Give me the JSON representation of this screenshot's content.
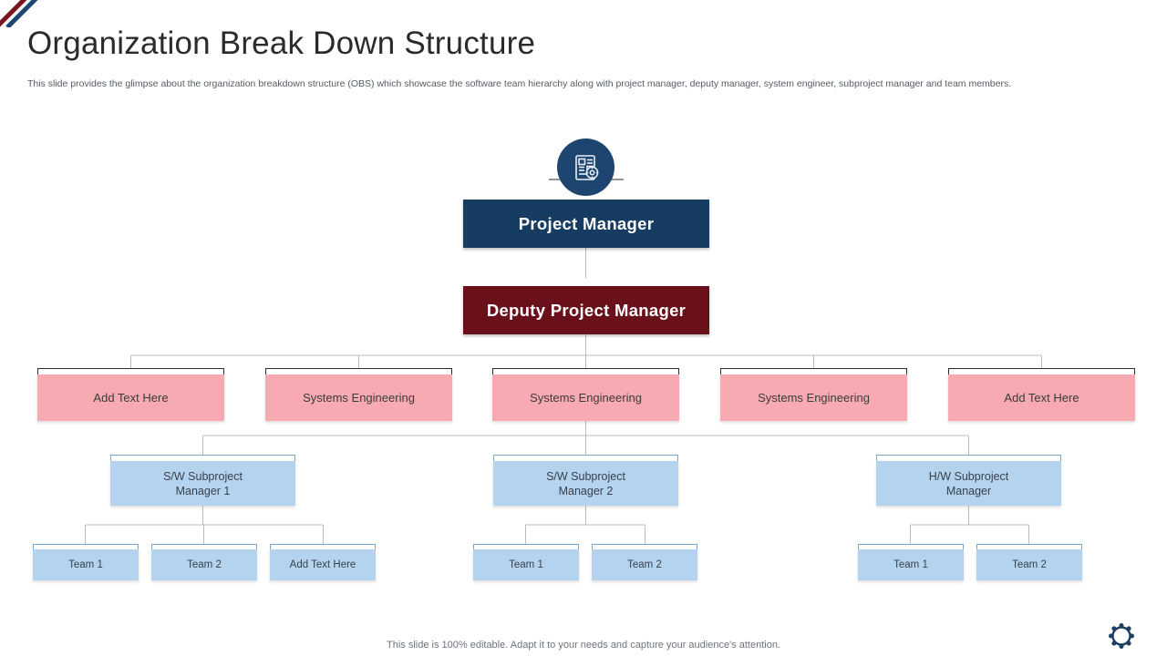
{
  "header": {
    "title": "Organization Break Down Structure",
    "subtitle": "This slide provides the glimpse about the organization breakdown structure (OBS) which showcase the software team hierarchy along with project manager, deputy manager, system engineer, subproject manager and team members."
  },
  "colors": {
    "executive_navy": "#173c62",
    "deputy_maroon": "#69101a",
    "tier_pink": "#f7aab2",
    "tier_blue": "#b3d3ef",
    "badge_navy": "#1d4570",
    "stripe_maroon": "#7a1420",
    "stripe_navy": "#1d4570",
    "connector_gray": "#b9bcc0"
  },
  "chart": {
    "icon": "document-gear-icon",
    "executive": {
      "label": "Project Manager"
    },
    "deputy": {
      "label": "Deputy Project Manager"
    },
    "engineering_tier": [
      {
        "label": "Add Text Here"
      },
      {
        "label": "Systems Engineering"
      },
      {
        "label": "Systems Engineering"
      },
      {
        "label": "Systems Engineering"
      },
      {
        "label": "Add Text Here"
      }
    ],
    "subproject_tier": [
      {
        "line1": "S/W Subproject",
        "line2": "Manager 1"
      },
      {
        "line1": "S/W Subproject",
        "line2": "Manager 2"
      },
      {
        "line1": "H/W Subproject",
        "line2": "Manager"
      }
    ],
    "team_tier": [
      {
        "label": "Team 1"
      },
      {
        "label": "Team 2"
      },
      {
        "label": "Add Text Here"
      },
      {
        "label": "Team 1"
      },
      {
        "label": "Team 2"
      },
      {
        "label": "Team 1"
      },
      {
        "label": "Team 2"
      }
    ]
  },
  "footer": {
    "note": "This slide is 100% editable. Adapt it to your needs and capture your audience's attention.",
    "logo": "gear-logo-icon"
  }
}
